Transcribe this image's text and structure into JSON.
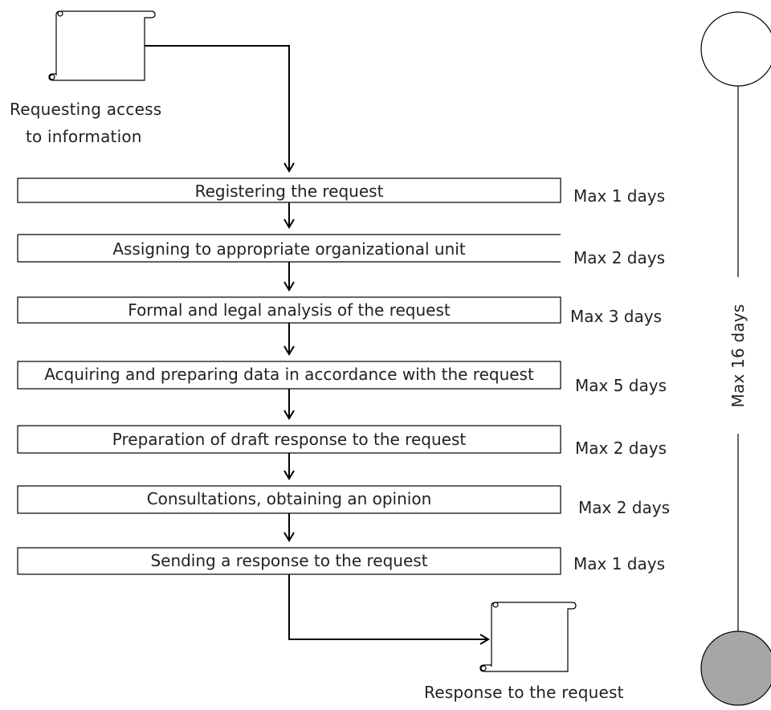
{
  "start_document": {
    "label_lines": [
      "Requesting access",
      "to information"
    ]
  },
  "end_document": {
    "label": "Response to the request"
  },
  "steps": [
    {
      "label": "Registering the request",
      "duration": "Max 1 days"
    },
    {
      "label": "Assigning to appropriate  organizational unit",
      "duration": "Max 2 days"
    },
    {
      "label": "Formal and legal analysis of the request",
      "duration": "Max 3 days"
    },
    {
      "label": "Acquiring and preparing data in accordance with the request",
      "duration": "Max 5 days"
    },
    {
      "label": "Preparation of draft response to the request",
      "duration": "Max 2 days"
    },
    {
      "label": "Consultations, obtaining an opinion",
      "duration": "Max 2 days"
    },
    {
      "label": "Sending a response to the request",
      "duration": "Max 1 days"
    }
  ],
  "timeline": {
    "total_label": "Max 16 days"
  },
  "colors": {
    "stroke": "#000000",
    "end_circle_fill": "#a6a6a6",
    "text": "#222222"
  }
}
